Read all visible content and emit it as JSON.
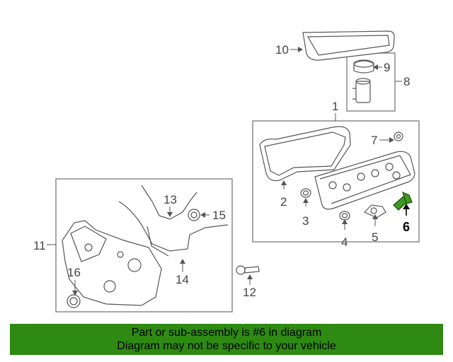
{
  "colors": {
    "banner_bg": "#2e8a12",
    "highlight_part": "#3f9a21",
    "line": "#555555",
    "box": "#8a8a8a"
  },
  "callouts": {
    "p1": "1",
    "p2": "2",
    "p3": "3",
    "p4": "4",
    "p5": "5",
    "p6": "6",
    "p7": "7",
    "p8": "8",
    "p9": "9",
    "p10": "10",
    "p11": "11",
    "p12": "12",
    "p13": "13",
    "p14": "14",
    "p15": "15",
    "p16": "16"
  },
  "highlighted_part": "6",
  "banner": {
    "line1": "Part or sub-assembly is #6 in diagram",
    "line2": "Diagram may not be specific to your vehicle"
  }
}
